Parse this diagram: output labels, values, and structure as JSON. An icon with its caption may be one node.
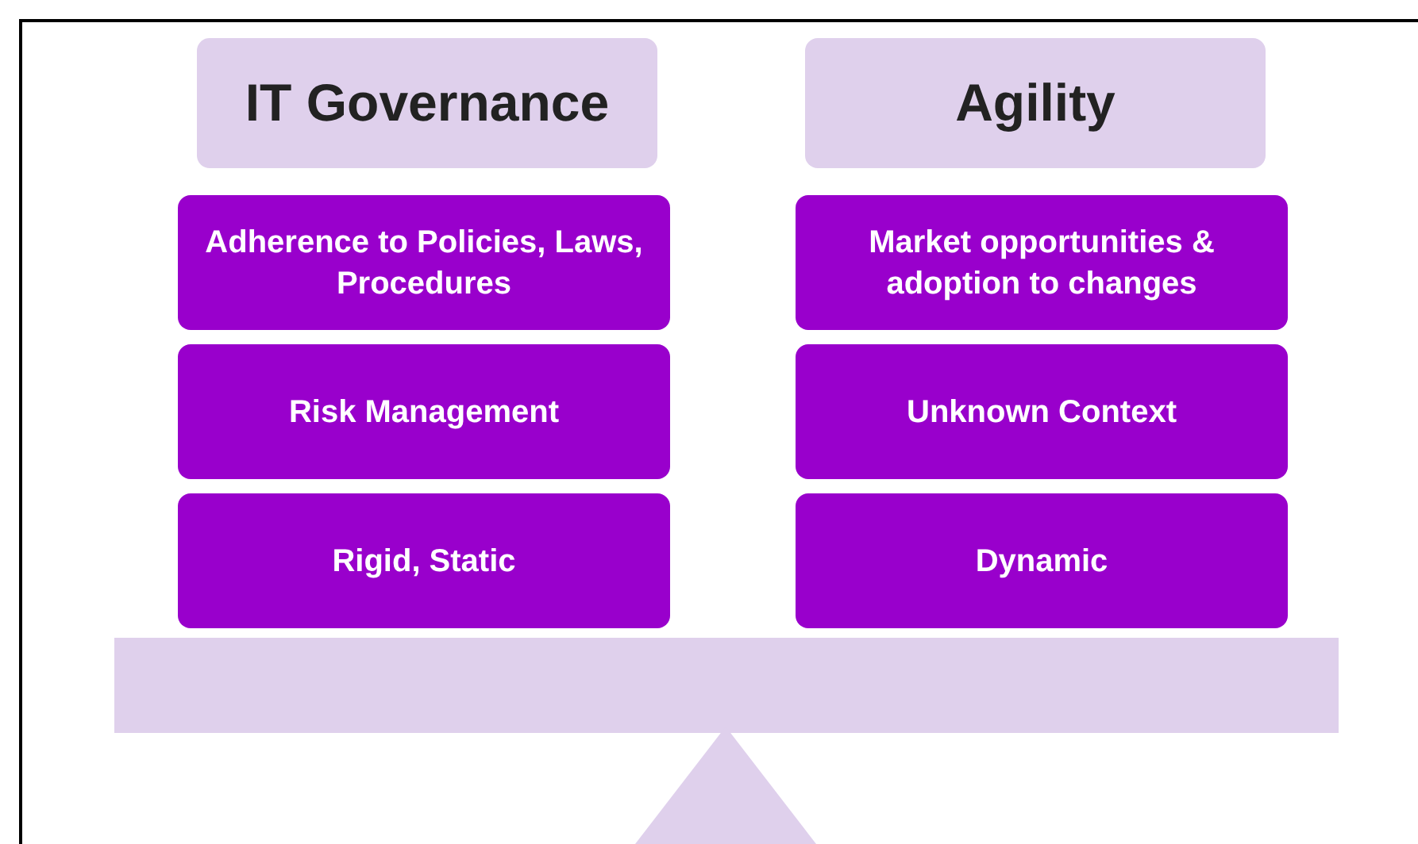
{
  "diagram": {
    "nodes": [
      {
        "text": [
          "IT Governance"
        ]
      },
      {
        "text": [
          "Agility"
        ]
      },
      {
        "text": [
          "Adherence  to Policies, Laws, Procedures"
        ]
      },
      {
        "text": [
          "Market opportunities & adoption to changes"
        ]
      },
      {
        "text": [
          "Risk Management"
        ]
      },
      {
        "text": [
          "Unknown Context"
        ]
      },
      {
        "text": [
          "Rigid, Static"
        ]
      },
      {
        "text": [
          "Dynamic"
        ]
      }
    ]
  }
}
